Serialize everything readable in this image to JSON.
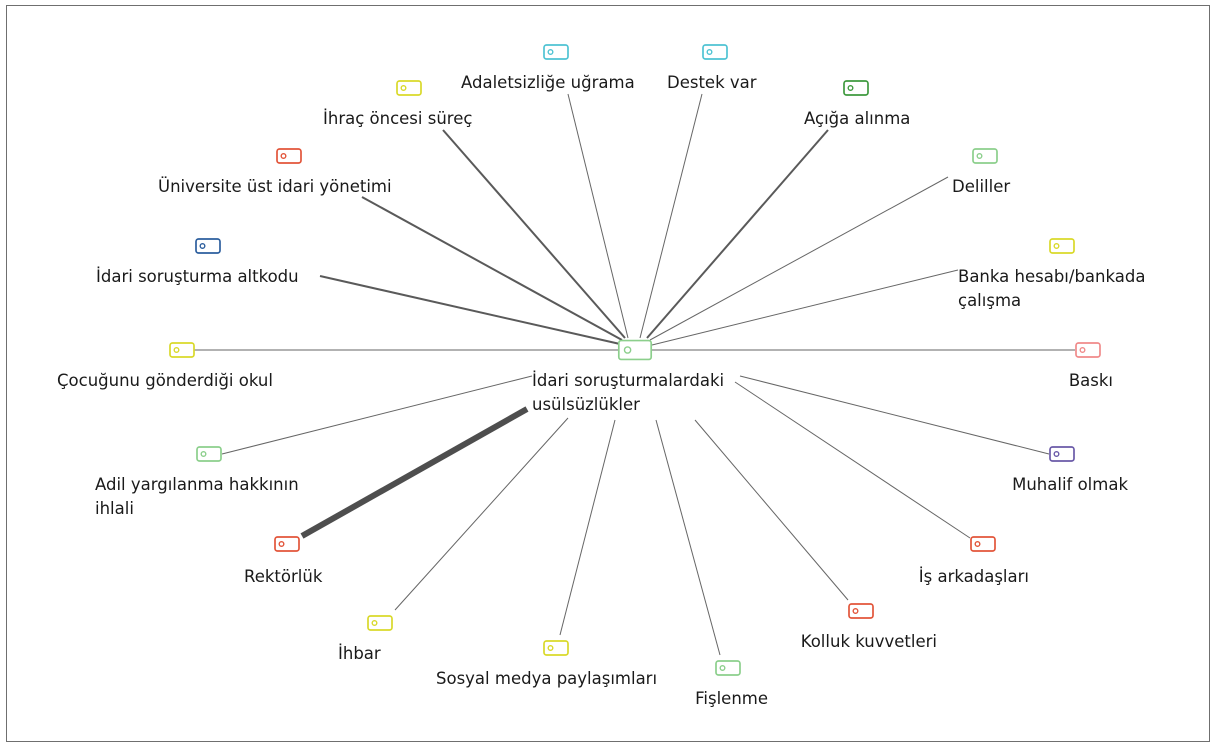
{
  "diagram": {
    "center": {
      "label_lines": [
        "İdari soruşturmalardaki",
        "usülsüzlükler"
      ],
      "color": "#8ccf8c"
    },
    "nodes": [
      {
        "id": "adaletsizlige-ugrama",
        "label_lines": [
          "Adaletsizliğe uğrama"
        ],
        "color": "#4fc3d3",
        "link_weight": "thin"
      },
      {
        "id": "destek-var",
        "label_lines": [
          "Destek var"
        ],
        "color": "#4fc3d3",
        "link_weight": "thin"
      },
      {
        "id": "ihrac-oncesi-surec",
        "label_lines": [
          "İhraç öncesi süreç"
        ],
        "color": "#d9d92a",
        "link_weight": "medium"
      },
      {
        "id": "aciga-alinma",
        "label_lines": [
          "Açığa alınma"
        ],
        "color": "#3f9a3f",
        "link_weight": "medium"
      },
      {
        "id": "universite-ust-idari-yonetimi",
        "label_lines": [
          "Üniversite üst idari yönetimi"
        ],
        "color": "#e2553a",
        "link_weight": "medium"
      },
      {
        "id": "deliller",
        "label_lines": [
          "Deliller"
        ],
        "color": "#8ccf8c",
        "link_weight": "thin"
      },
      {
        "id": "idari-sorusturma-altkodu",
        "label_lines": [
          "İdari soruşturma altkodu"
        ],
        "color": "#2d5f9e",
        "link_weight": "medium"
      },
      {
        "id": "banka-hesabi",
        "label_lines": [
          "Banka hesabı/bankada",
          "çalışma"
        ],
        "color": "#d9d92a",
        "link_weight": "thin"
      },
      {
        "id": "cocugunu-gonderdigi-okul",
        "label_lines": [
          "Çocuğunu gönderdiği okul"
        ],
        "color": "#d9d92a",
        "link_weight": "thin"
      },
      {
        "id": "baski",
        "label_lines": [
          "Baskı"
        ],
        "color": "#f08a8a",
        "link_weight": "thin"
      },
      {
        "id": "adil-yargilanma",
        "label_lines": [
          "Adil yargılanma hakkının",
          "ihlali"
        ],
        "color": "#8ccf8c",
        "link_weight": "thin"
      },
      {
        "id": "muhalif-olmak",
        "label_lines": [
          "Muhalif olmak"
        ],
        "color": "#6a5aa8",
        "link_weight": "thin"
      },
      {
        "id": "rektorluk",
        "label_lines": [
          "Rektörlük"
        ],
        "color": "#e2553a",
        "link_weight": "heavy"
      },
      {
        "id": "is-arkadaslari",
        "label_lines": [
          "İş arkadaşları"
        ],
        "color": "#e2553a",
        "link_weight": "thin"
      },
      {
        "id": "ihbar",
        "label_lines": [
          "İhbar"
        ],
        "color": "#d9d92a",
        "link_weight": "thin"
      },
      {
        "id": "kolluk-kuvvetleri",
        "label_lines": [
          "Kolluk kuvvetleri"
        ],
        "color": "#e2553a",
        "link_weight": "thin"
      },
      {
        "id": "sosyal-medya",
        "label_lines": [
          "Sosyal medya paylaşımları"
        ],
        "color": "#d9d92a",
        "link_weight": "thin"
      },
      {
        "id": "fislenme",
        "label_lines": [
          "Fişlenme"
        ],
        "color": "#8ccf8c",
        "link_weight": "thin"
      }
    ]
  }
}
